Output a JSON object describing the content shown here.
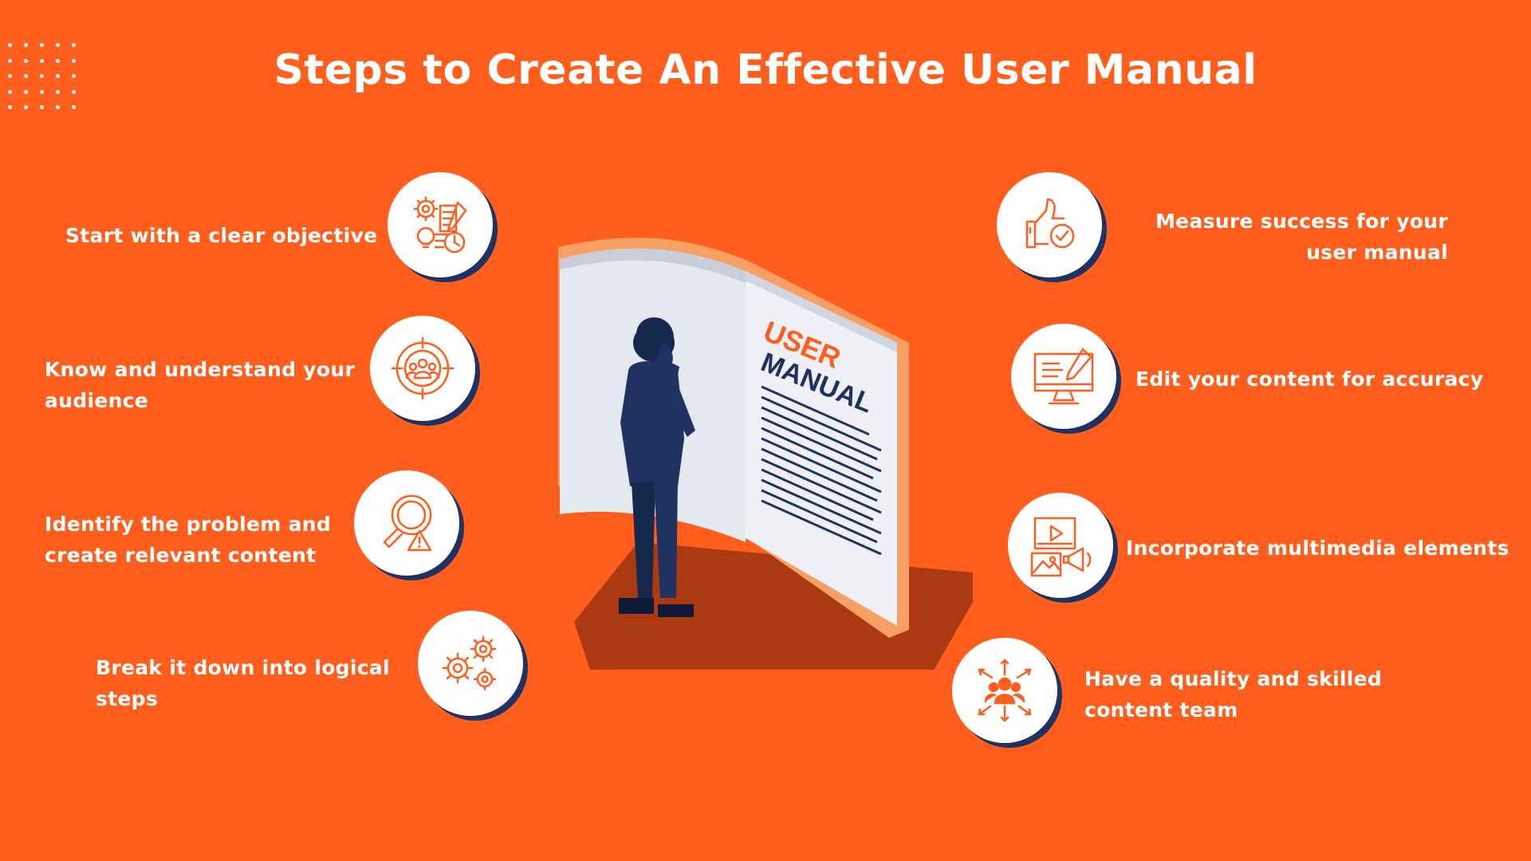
{
  "title": "Steps to Create An Effective User Manual",
  "colors": {
    "background": "#ff5e1c",
    "navy": "#1f3261",
    "white": "#ffffff",
    "accent": "#ff5e1c"
  },
  "book": {
    "title_line1": "USER",
    "title_line2": "MANUAL"
  },
  "steps_left": [
    {
      "label": "Start with a clear objective",
      "icon": "planning-gears-icon"
    },
    {
      "label": "Know and understand your audience",
      "icon": "audience-target-icon"
    },
    {
      "label": "Identify the problem and create relevant content",
      "icon": "magnifier-warning-icon"
    },
    {
      "label": "Break it down into  logical steps",
      "icon": "gears-icon"
    }
  ],
  "steps_right": [
    {
      "label": "Measure success for your user manual",
      "icon": "thumbs-up-check-icon"
    },
    {
      "label": "Edit your content for accuracy",
      "icon": "monitor-pencil-icon"
    },
    {
      "label": "Incorporate multimedia elements",
      "icon": "multimedia-icon"
    },
    {
      "label": "Have a quality and skilled content team",
      "icon": "team-network-icon"
    }
  ]
}
